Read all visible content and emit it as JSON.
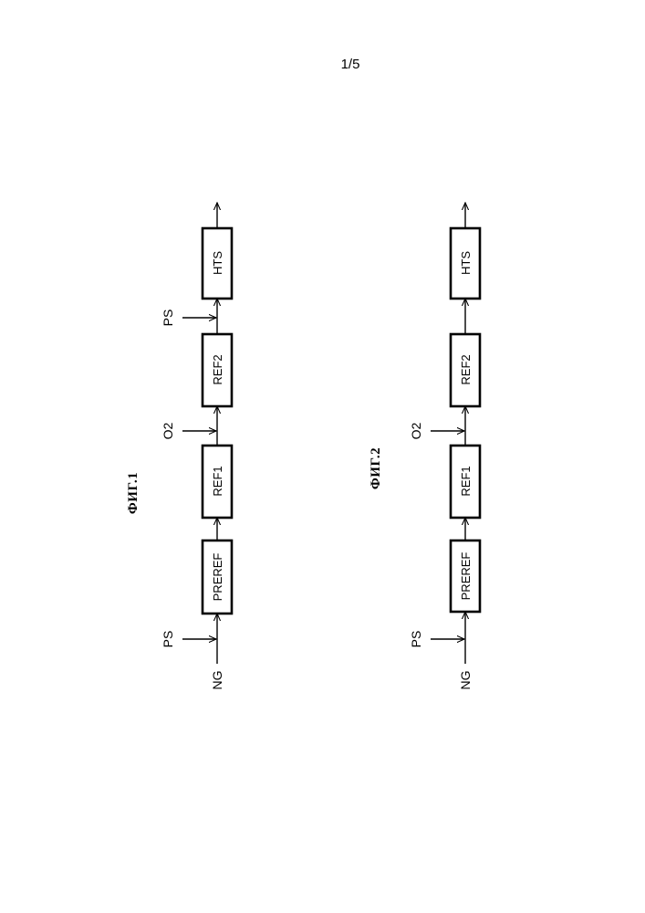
{
  "page_number": "1/5",
  "figures": [
    {
      "caption": "ФИГ.1",
      "feed_label": "NG",
      "blocks": [
        "PREREF",
        "REF1",
        "REF2",
        "HTS"
      ],
      "side_inputs": [
        "PS",
        "O2",
        "PS"
      ]
    },
    {
      "caption": "ФИГ.2",
      "feed_label": "NG",
      "blocks": [
        "PREREF",
        "REF1",
        "REF2",
        "HTS"
      ],
      "side_inputs": [
        "PS",
        "O2"
      ]
    }
  ]
}
